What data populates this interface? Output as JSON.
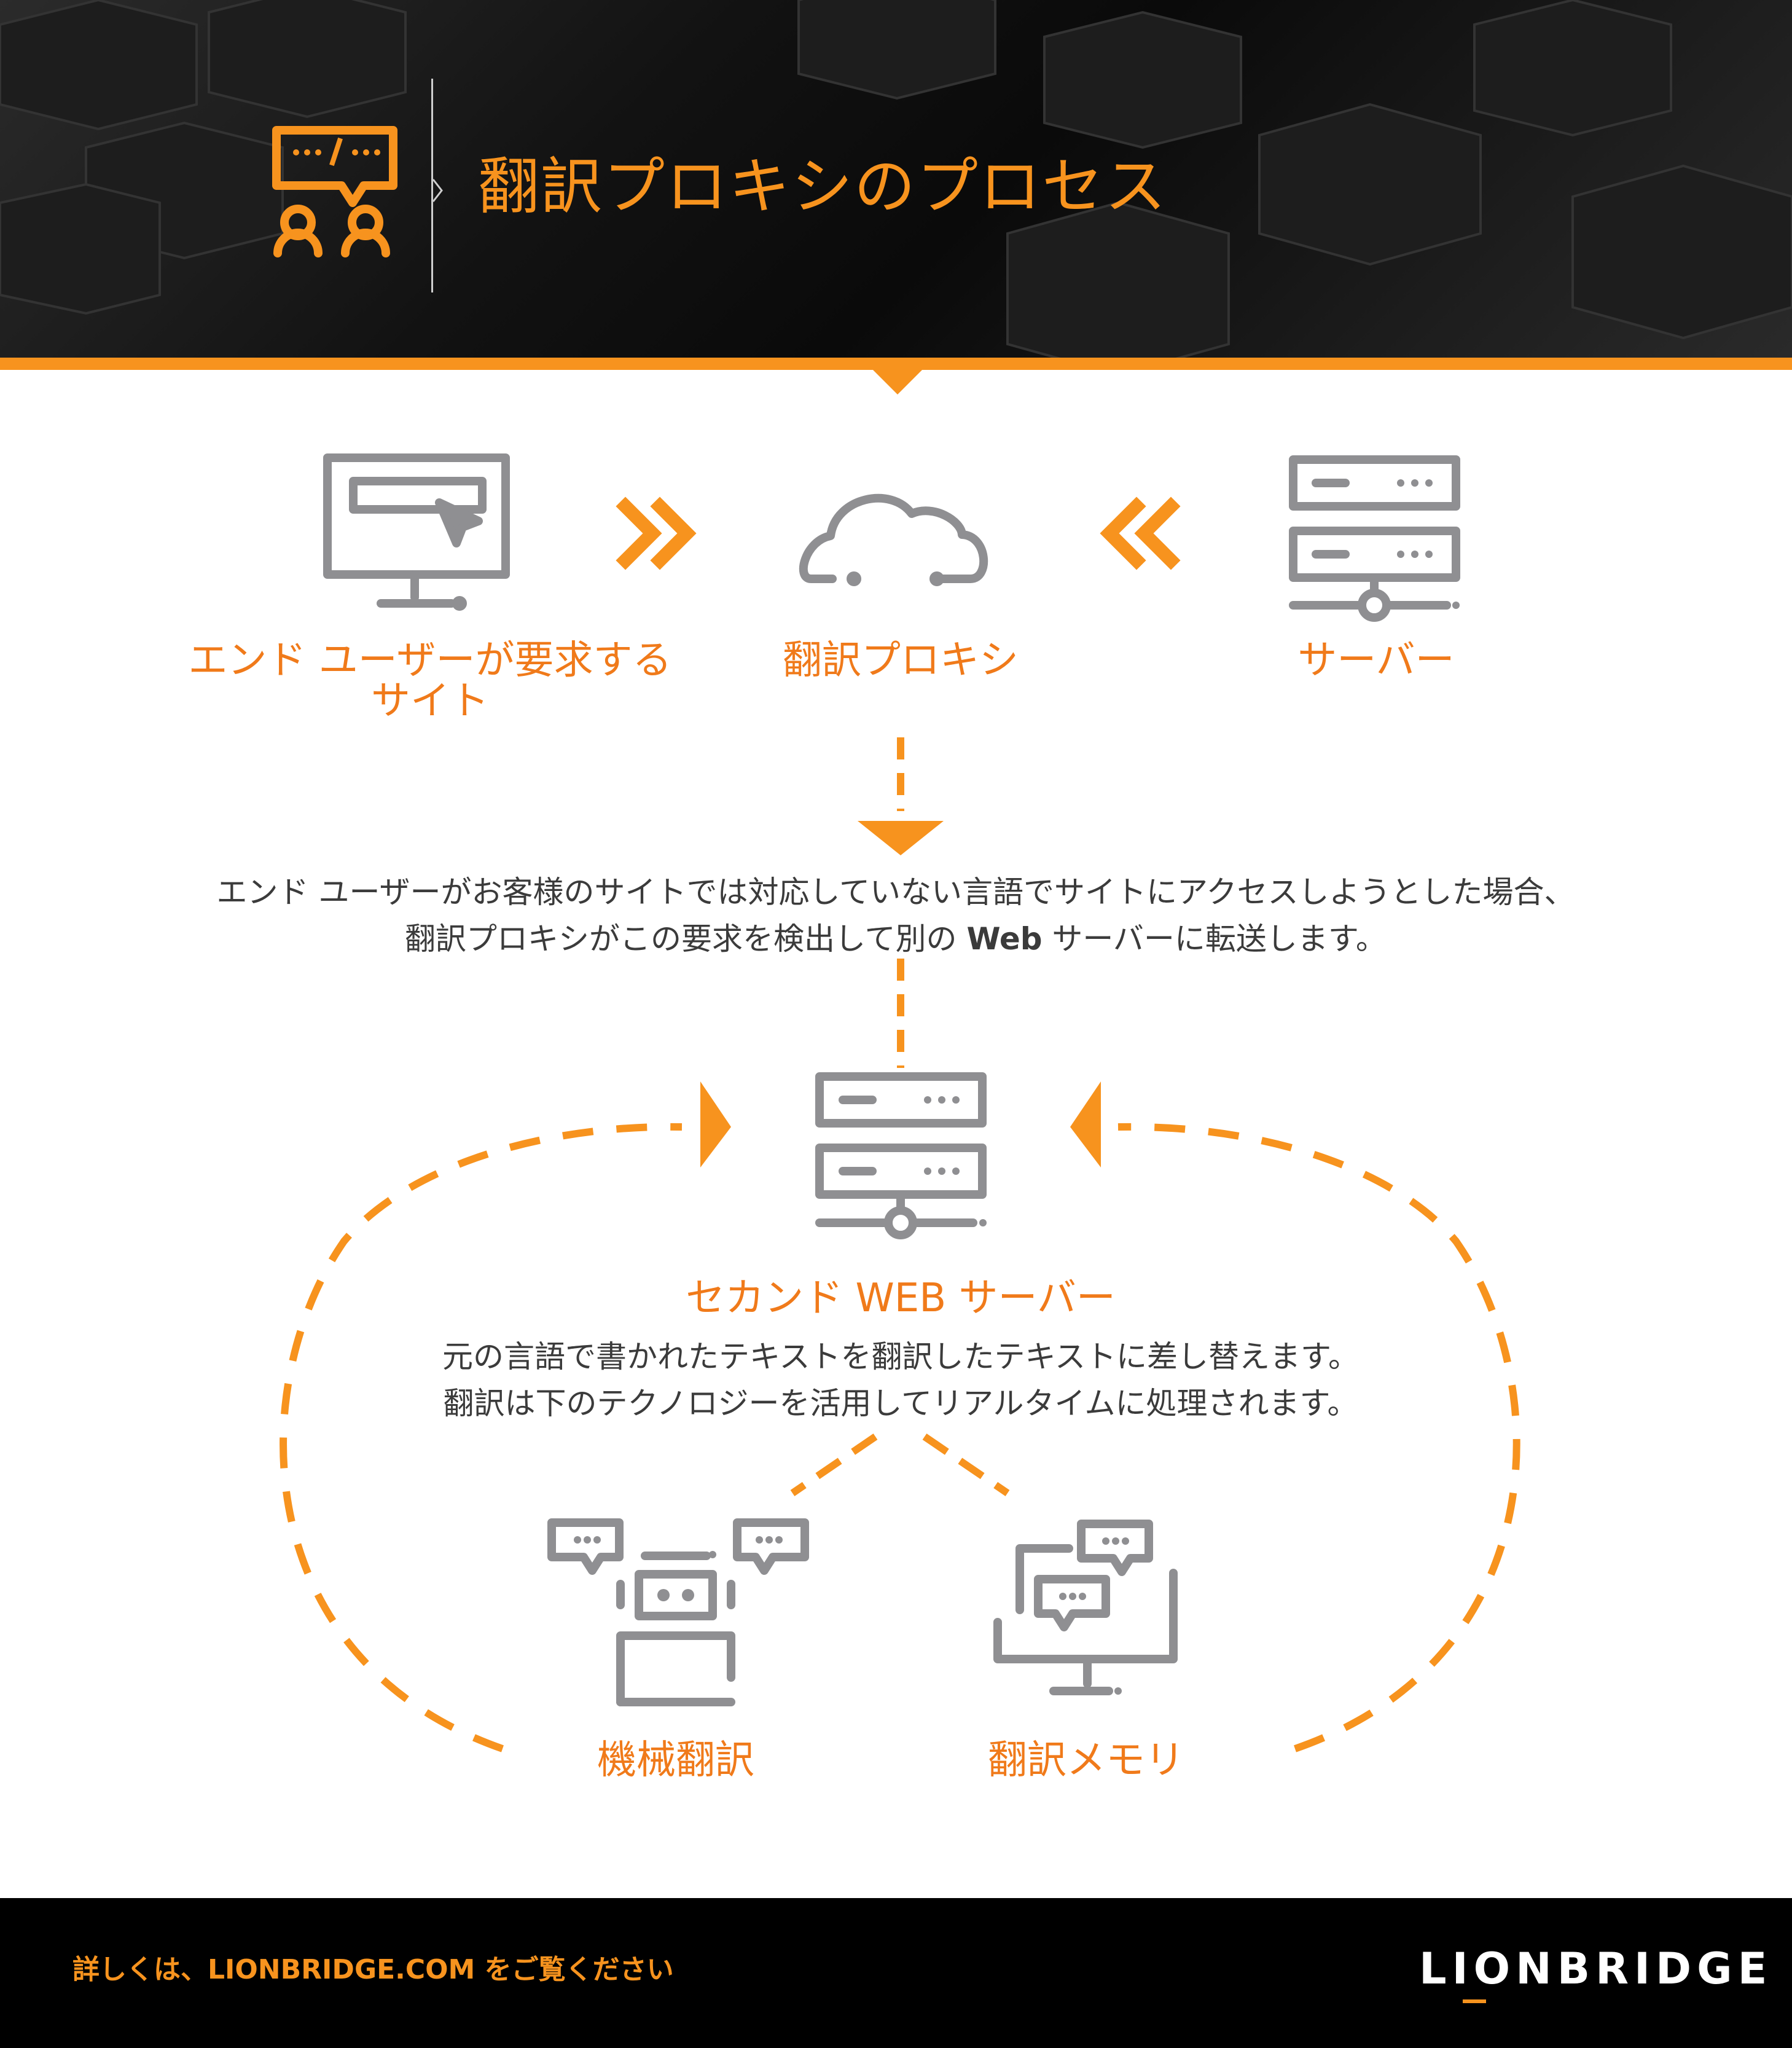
{
  "header": {
    "title": "翻訳プロキシのプロセス"
  },
  "flow": {
    "end_user_site": "エンド ユーザーが要求する",
    "end_user_site_line2": "サイト",
    "translation_proxy": "翻訳プロキシ",
    "server": "サーバー"
  },
  "explanation": {
    "line1": "エンド ユーザーがお客様のサイトでは対応していない言語でサイトにアクセスしようとした場合、",
    "line2_pre": "翻訳プロキシがこの要求を検出して別の ",
    "line2_bold": "Web",
    "line2_post": " サーバーに転送します。"
  },
  "second_server": {
    "label": "セカンド WEB サーバー",
    "desc_line1": "元の言語で書かれたテキストを翻訳したテキストに差し替えます。",
    "desc_line2": "翻訳は下のテクノロジーを活用してリアルタイムに処理されます。"
  },
  "technologies": {
    "machine_translation": "機械翻訳",
    "translation_memory": "翻訳メモリ"
  },
  "footer": {
    "link_text": "詳しくは、LIONBRIDGE.COM をご覧ください",
    "brand": "LIONBRIDGE"
  },
  "colors": {
    "orange": "#f7931e",
    "label_orange": "#f07a1a",
    "icon_gray": "#8f8f92",
    "text_dark": "#3b3b3b"
  }
}
